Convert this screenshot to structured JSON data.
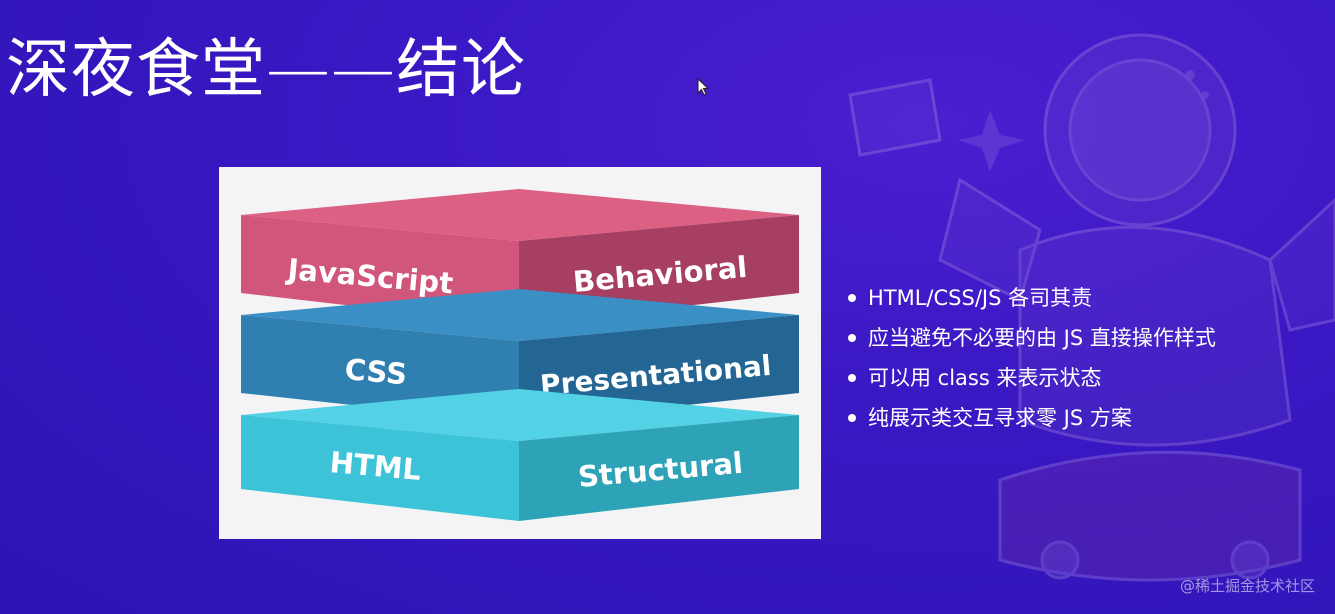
{
  "slide": {
    "title": "深夜食堂——结论",
    "diagram": {
      "layers": [
        {
          "left": "JavaScript",
          "right": "Behavioral",
          "color_light": "#d1567c",
          "color_dark": "#a63f62",
          "top": "#dc5f84"
        },
        {
          "left": "CSS",
          "right": "Presentational",
          "color_light": "#2f7fb1",
          "color_dark": "#236694",
          "top": "#3a8fc4"
        },
        {
          "left": "HTML",
          "right": "Structural",
          "color_light": "#3cc3d8",
          "color_dark": "#2ea3b8",
          "top": "#52d2e4"
        }
      ]
    },
    "bullets": [
      "HTML/CSS/JS 各司其责",
      "应当避免不必要的由 JS 直接操作样式",
      "可以用 class 来表示状态",
      "纯展示类交互寻求零 JS 方案"
    ],
    "watermark": "@稀土掘金技术社区"
  }
}
